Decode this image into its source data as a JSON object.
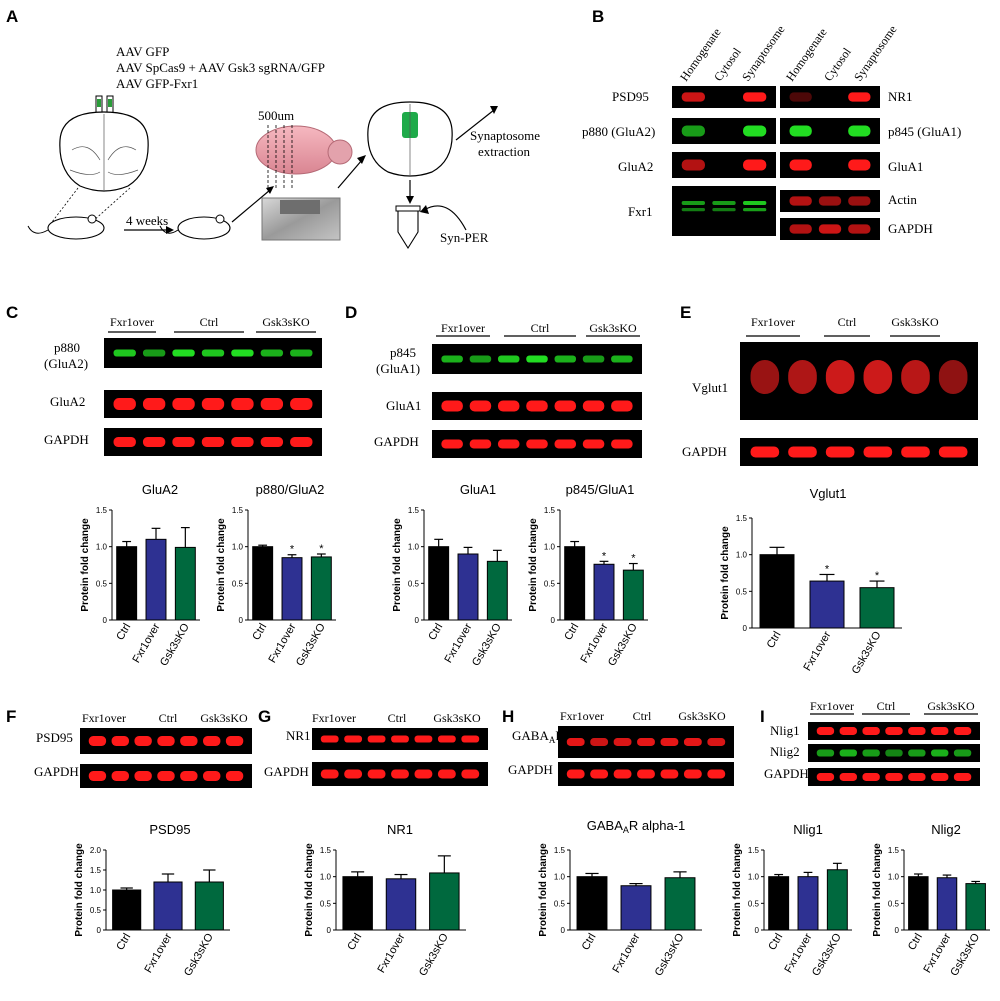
{
  "panel_letters": [
    "A",
    "B",
    "C",
    "D",
    "E",
    "F",
    "G",
    "H",
    "I"
  ],
  "panelA": {
    "aav_lines": [
      "AAV GFP",
      "AAV SpCas9 + AAV Gsk3 sgRNA/GFP",
      "AAV GFP-Fxr1"
    ],
    "weeks": "4 weeks",
    "scale": "500um",
    "synaptosome": "Synaptosome",
    "extraction": "extraction",
    "synper": "Syn-PER"
  },
  "panelB": {
    "lanes": [
      "Homogenate",
      "Cytosol",
      "Synaptosome"
    ],
    "left_labels": [
      "PSD95",
      "p880 (GluA2)",
      "GluA2",
      "Fxr1"
    ],
    "right_labels": [
      "NR1",
      "p845 (GluA1)",
      "GluA1",
      "Actin",
      "GAPDH"
    ]
  },
  "group_headers": [
    "Fxr1over",
    "Ctrl",
    "Gsk3sKO"
  ],
  "blot_labels": {
    "C": [
      "p880",
      "(GluA2)",
      "GluA2",
      "GAPDH"
    ],
    "D": [
      "p845",
      "(GluA1)",
      "GluA1",
      "GAPDH"
    ],
    "E": [
      "Vglut1",
      "GAPDH"
    ],
    "F": [
      "PSD95",
      "GAPDH"
    ],
    "G": [
      "NR1",
      "GAPDH"
    ],
    "H": [
      "GABA",
      "A",
      "R",
      "GAPDH"
    ],
    "I": [
      "Nlig1",
      "Nlig2",
      "GAPDH"
    ]
  },
  "chart_data": [
    {
      "type": "bar",
      "title": "GluA2",
      "ylabel": "Protein fold change",
      "categories": [
        "Ctrl",
        "Fxr1over",
        "Gsk3sKO"
      ],
      "values": [
        1.0,
        1.1,
        0.99
      ],
      "errors": [
        0.07,
        0.15,
        0.27
      ],
      "significant": [
        false,
        false,
        false
      ],
      "ylim": [
        0,
        1.5
      ],
      "yticks": [
        "0",
        "0.5",
        "1.0",
        "1.5"
      ],
      "colors": [
        "#000000",
        "#2e3192",
        "#00693e"
      ]
    },
    {
      "type": "bar",
      "title": "p880/GluA2",
      "ylabel": "Protein fold change",
      "categories": [
        "Ctrl",
        "Fxr1over",
        "Gsk3sKO"
      ],
      "values": [
        1.0,
        0.85,
        0.86
      ],
      "errors": [
        0.02,
        0.04,
        0.04
      ],
      "significant": [
        false,
        true,
        true
      ],
      "ylim": [
        0,
        1.5
      ],
      "yticks": [
        "0",
        "0.5",
        "1.0",
        "1.5"
      ],
      "colors": [
        "#000000",
        "#2e3192",
        "#00693e"
      ]
    },
    {
      "type": "bar",
      "title": "GluA1",
      "ylabel": "Protein fold change",
      "categories": [
        "Ctrl",
        "Fxr1over",
        "Gsk3sKO"
      ],
      "values": [
        1.0,
        0.9,
        0.8
      ],
      "errors": [
        0.1,
        0.09,
        0.15
      ],
      "significant": [
        false,
        false,
        false
      ],
      "ylim": [
        0,
        1.5
      ],
      "yticks": [
        "0",
        "0.5",
        "1.0",
        "1.5"
      ],
      "colors": [
        "#000000",
        "#2e3192",
        "#00693e"
      ]
    },
    {
      "type": "bar",
      "title": "p845/GluA1",
      "ylabel": "Protein fold change",
      "categories": [
        "Ctrl",
        "Fxr1over",
        "Gsk3sKO"
      ],
      "values": [
        1.0,
        0.76,
        0.68
      ],
      "errors": [
        0.07,
        0.04,
        0.09
      ],
      "significant": [
        false,
        true,
        true
      ],
      "ylim": [
        0,
        1.5
      ],
      "yticks": [
        "0",
        "0.5",
        "1.0",
        "1.5"
      ],
      "colors": [
        "#000000",
        "#2e3192",
        "#00693e"
      ]
    },
    {
      "type": "bar",
      "title": "Vglut1",
      "ylabel": "Protein fold change",
      "categories": [
        "Ctrl",
        "Fxr1over",
        "Gsk3sKO"
      ],
      "values": [
        1.0,
        0.64,
        0.55
      ],
      "errors": [
        0.1,
        0.09,
        0.09
      ],
      "significant": [
        false,
        true,
        true
      ],
      "ylim": [
        0,
        1.5
      ],
      "yticks": [
        "0",
        "0.5",
        "1.0",
        "1.5"
      ],
      "colors": [
        "#000000",
        "#2e3192",
        "#00693e"
      ]
    },
    {
      "type": "bar",
      "title": "PSD95",
      "ylabel": "Protein fold change",
      "categories": [
        "Ctrl",
        "Fxr1over",
        "Gsk3sKO"
      ],
      "values": [
        1.0,
        1.2,
        1.2
      ],
      "errors": [
        0.05,
        0.2,
        0.3
      ],
      "significant": [
        false,
        false,
        false
      ],
      "ylim": [
        0,
        2.0
      ],
      "yticks": [
        "0",
        "0.5",
        "1.0",
        "1.5",
        "2.0"
      ],
      "colors": [
        "#000000",
        "#2e3192",
        "#00693e"
      ]
    },
    {
      "type": "bar",
      "title": "NR1",
      "ylabel": "Protein fold change",
      "categories": [
        "Ctrl",
        "Fxr1over",
        "Gsk3sKO"
      ],
      "values": [
        1.0,
        0.96,
        1.07
      ],
      "errors": [
        0.09,
        0.08,
        0.32
      ],
      "significant": [
        false,
        false,
        false
      ],
      "ylim": [
        0,
        1.5
      ],
      "yticks": [
        "0",
        "0.5",
        "1.0",
        "1.5"
      ],
      "colors": [
        "#000000",
        "#2e3192",
        "#00693e"
      ]
    },
    {
      "type": "bar",
      "title": "GABAAR alpha-1",
      "title_parts": [
        "GABA",
        "A",
        "R alpha-1"
      ],
      "ylabel": "Protein fold change",
      "categories": [
        "Ctrl",
        "Fxr1over",
        "Gsk3sKO"
      ],
      "values": [
        1.0,
        0.83,
        0.98
      ],
      "errors": [
        0.06,
        0.04,
        0.11
      ],
      "significant": [
        false,
        false,
        false
      ],
      "ylim": [
        0,
        1.5
      ],
      "yticks": [
        "0",
        "0.5",
        "1.0",
        "1.5"
      ],
      "colors": [
        "#000000",
        "#2e3192",
        "#00693e"
      ]
    },
    {
      "type": "bar",
      "title": "Nlig1",
      "ylabel": "Protein fold change",
      "categories": [
        "Ctrl",
        "Fxr1over",
        "Gsk3sKO"
      ],
      "values": [
        1.0,
        1.0,
        1.13
      ],
      "errors": [
        0.04,
        0.08,
        0.12
      ],
      "significant": [
        false,
        false,
        false
      ],
      "ylim": [
        0,
        1.5
      ],
      "yticks": [
        "0",
        "0.5",
        "1.0",
        "1.5"
      ],
      "colors": [
        "#000000",
        "#2e3192",
        "#00693e"
      ]
    },
    {
      "type": "bar",
      "title": "Nlig2",
      "ylabel": "Protein fold change",
      "categories": [
        "Ctrl",
        "Fxr1over",
        "Gsk3sKO"
      ],
      "values": [
        1.0,
        0.98,
        0.87
      ],
      "errors": [
        0.05,
        0.05,
        0.04
      ],
      "significant": [
        false,
        false,
        false
      ],
      "ylim": [
        0,
        1.5
      ],
      "yticks": [
        "0",
        "0.5",
        "1.0",
        "1.5"
      ],
      "colors": [
        "#000000",
        "#2e3192",
        "#00693e"
      ]
    }
  ]
}
